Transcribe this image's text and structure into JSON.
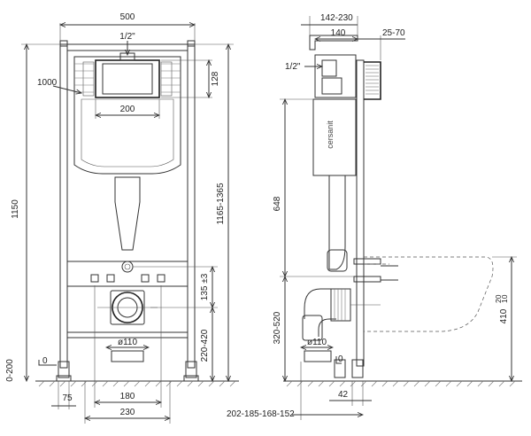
{
  "front_view": {
    "width_top": "500",
    "inlet": "1/2\"",
    "left_height": "1000",
    "button_height": "128",
    "button_width": "200",
    "total_height": "1150",
    "adjust_height": "1165-1365",
    "bolt_spacing_v": "135 ±3",
    "outlet_height": "220-420",
    "outlet_diameter": "ø110",
    "floor_adjust": "0-200",
    "zero": "0",
    "foot_width": "75",
    "bolt_spacing_h": "180",
    "frame_width_bottom": "230"
  },
  "side_view": {
    "depth_range": "142-230",
    "depth": "140",
    "wall_range": "25-70",
    "inlet": "1/2\"",
    "brand": "cersanit",
    "supply_height": "648",
    "outlet_height": "320-520",
    "outlet_diameter": "ø110",
    "zero": "0",
    "pan_height": "410",
    "pan_tol_up": "20",
    "pan_tol_down": "10",
    "offset": "42",
    "outlet_depth": "202-185-168-152"
  }
}
